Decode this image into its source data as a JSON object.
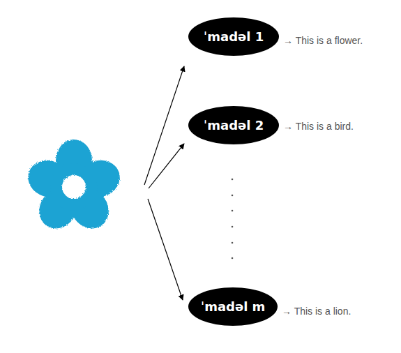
{
  "diagram": {
    "nodes": [
      {
        "text": [
          "ˈmadəl 1"
        ]
      },
      {
        "text": [
          "ˈmadəl 2"
        ]
      },
      {
        "text": [
          "ˈmadəl m"
        ]
      }
    ],
    "labels": [
      "→ This is a flower.",
      "→ This is a bird.",
      "→ This is a lion."
    ]
  }
}
